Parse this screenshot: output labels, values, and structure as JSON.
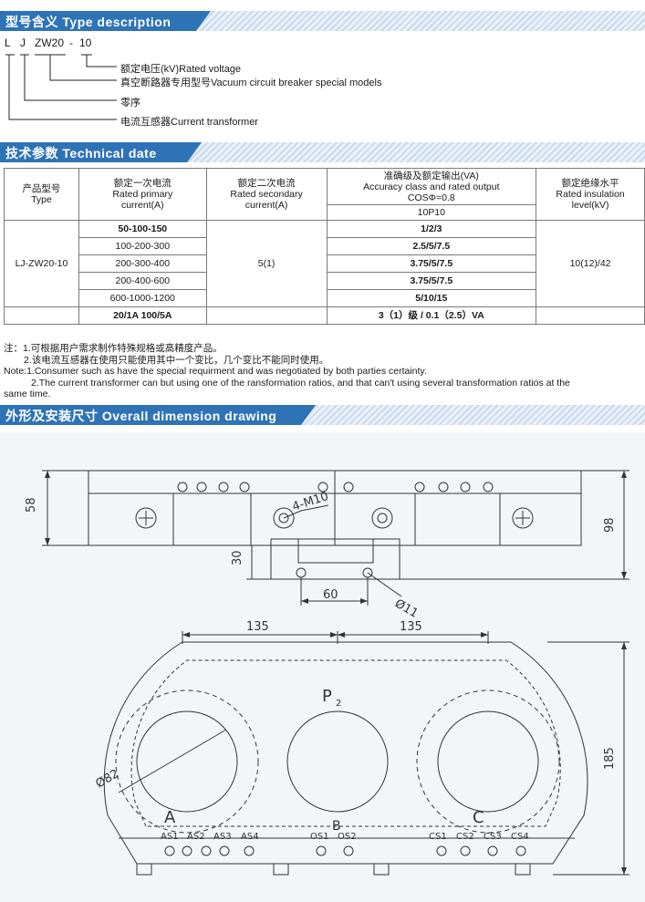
{
  "sections": {
    "type_description": "型号含义 Type description",
    "technical": "技术参数 Technical date",
    "dimension": "外形及安装尺寸 Overall dimension drawing"
  },
  "type_code": {
    "l": "L",
    "j": "J",
    "zw": "ZW20",
    "dash": "-",
    "ten": "10",
    "labels": [
      "额定电压(kV)Rated voltage",
      "真空断路器专用型号Vacuum circuit breaker special models",
      "零序",
      "电流互感器Current transformer"
    ]
  },
  "table": {
    "headers": {
      "type": [
        "产品型号",
        "Type"
      ],
      "primary": [
        "额定一次电流",
        "Rated primary",
        "current(A)"
      ],
      "secondary": [
        "额定二次电流",
        "Rated secondary",
        "current(A)"
      ],
      "accuracy": [
        "准确级及额定输出(VA)",
        "Accuracy class and rated output",
        "COSΦ=0.8"
      ],
      "accuracy_sub": "10P10",
      "insulation": [
        "额定绝缘水平",
        "Rated insulation",
        "level(kV)"
      ]
    },
    "model": "LJ-ZW20-10",
    "secondary": "5(1)",
    "insulation": "10(12)/42",
    "rows": [
      {
        "primary": "50-100-150",
        "accuracy": "1/2/3"
      },
      {
        "primary": "100-200-300",
        "accuracy": "2.5/5/7.5"
      },
      {
        "primary": "200-300-400",
        "accuracy": "3.75/5/7.5"
      },
      {
        "primary": "200-400-600",
        "accuracy": "3.75/5/7.5"
      },
      {
        "primary": "600-1000-1200",
        "accuracy": "5/10/15"
      }
    ],
    "last_row": {
      "primary": "20/1A  100/5A",
      "accuracy": "3（1）级 / 0.1（2.5）VA"
    }
  },
  "notes": [
    "注：1.可根据用户需求制作特殊规格或高精度产品。",
    "2.该电流互感器在使用只能使用其中一个变比，几个变比不能同时使用。",
    "Note:1.Consumer such as have the special requirment and was negotiated by both parties certainty.",
    "2.The current transformer can but using one of the ransformation ratios, and that can't using several transformation ratios at the",
    "same time."
  ],
  "drawing": {
    "dims": {
      "d58": "58",
      "d98": "98",
      "d30": "30",
      "d60": "60",
      "d11": "Ø11",
      "m10": "4-M10",
      "d135a": "135",
      "d135b": "135",
      "d185": "185",
      "d82": "Ø82"
    },
    "labels": {
      "p2": "P",
      "p2sub": "2",
      "a": "A",
      "b": "B",
      "c": "C",
      "terminals": [
        "AS1",
        "AS2",
        "AS3",
        "AS4",
        "OS1",
        "OS2",
        "CS1",
        "CS2",
        "CS3",
        "CS4"
      ]
    }
  }
}
